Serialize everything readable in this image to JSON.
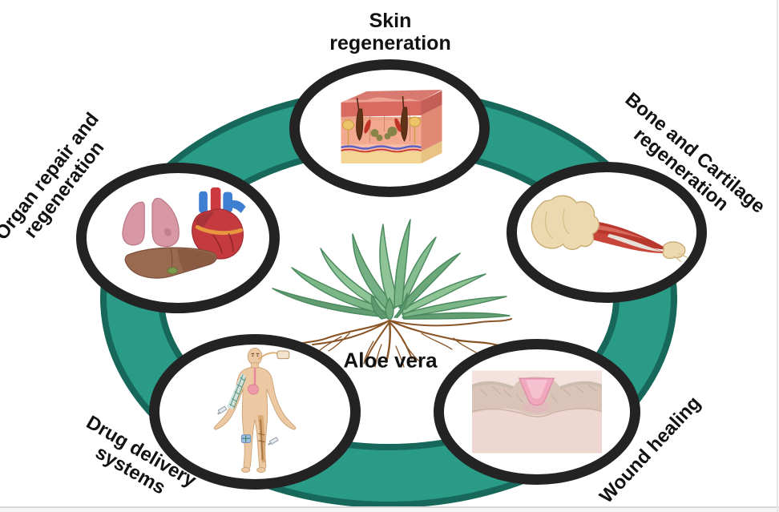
{
  "diagram": {
    "title": "Aloe vera applications diagram",
    "center": {
      "label": "Aloe vera",
      "icon": "aloe-vera-plant-icon"
    },
    "nodes": [
      {
        "id": "skin",
        "label": "Skin regeneration",
        "lines": [
          "Skin",
          "regeneration"
        ],
        "icon": "skin-cross-section-icon"
      },
      {
        "id": "bone",
        "label": "Bone and Cartilage regeneration",
        "lines": [
          "Bone and Cartilage",
          "regeneration"
        ],
        "icon": "bone-and-muscle-icon"
      },
      {
        "id": "organ",
        "label": "Organ repair and regeneration",
        "lines": [
          "Organ repair and",
          "regeneration"
        ],
        "icon": "heart-lungs-liver-icon"
      },
      {
        "id": "drug",
        "label": "Drug delivery systems",
        "lines": [
          "Drug delivery",
          "systems"
        ],
        "icon": "human-body-drug-routes-icon"
      },
      {
        "id": "wound",
        "label": "Wound healing",
        "lines": [
          "Wound healing"
        ],
        "icon": "wound-skin-section-icon"
      }
    ],
    "colors": {
      "ring_fill": "#2a9b87",
      "ring_outline": "#17685a",
      "node_border": "#232323",
      "label_text": "#121212",
      "background": "#ffffff"
    }
  }
}
